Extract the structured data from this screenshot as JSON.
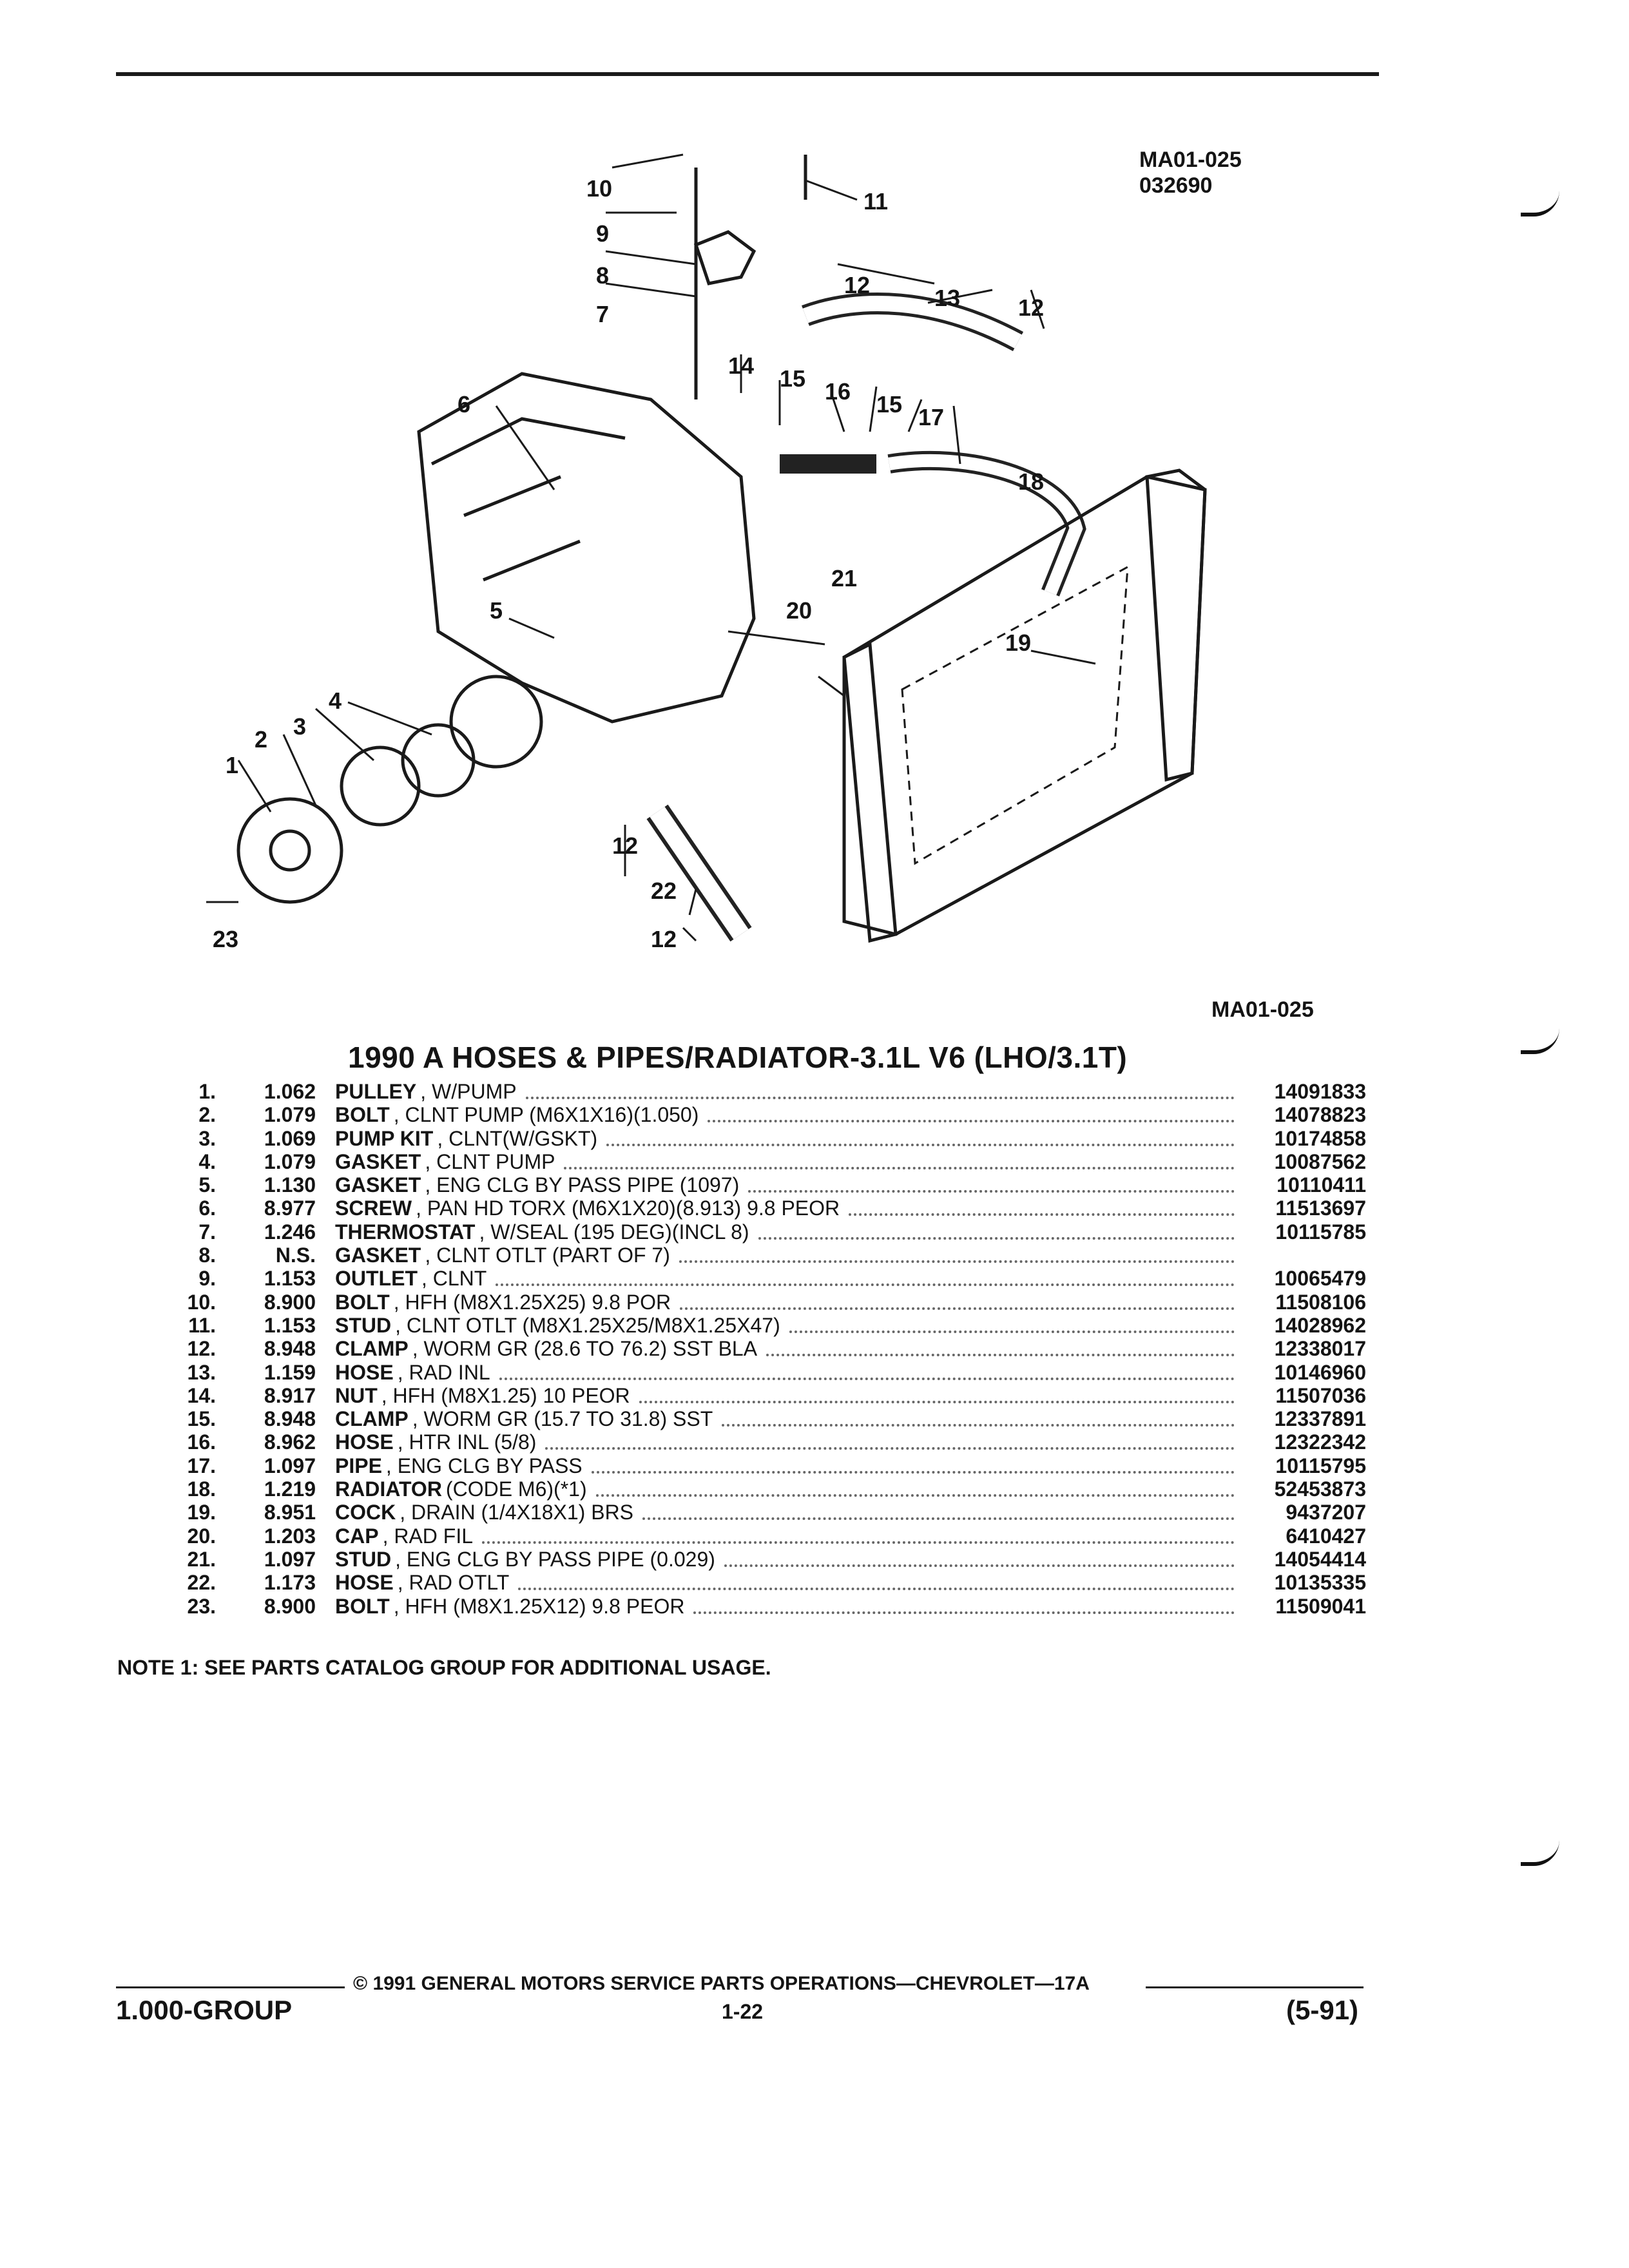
{
  "figure": {
    "code": "MA01-025",
    "date_code": "032690",
    "code_bottom": "MA01-025",
    "callouts": [
      "10",
      "11",
      "9",
      "8",
      "7",
      "12",
      "13",
      "12",
      "14",
      "15",
      "16",
      "15",
      "17",
      "18",
      "6",
      "5",
      "21",
      "20",
      "19",
      "4",
      "3",
      "2",
      "1",
      "12",
      "22",
      "23",
      "12"
    ]
  },
  "title": "1990 A HOSES & PIPES/RADIATOR-3.1L V6 (LHO/3.1T)",
  "parts": [
    {
      "num": "1.",
      "code": "1.062",
      "name": "PULLEY",
      "detail": ", W/PUMP",
      "pn": "14091833"
    },
    {
      "num": "2.",
      "code": "1.079",
      "name": "BOLT",
      "detail": ", CLNT PUMP (M6X1X16)(1.050)",
      "pn": "14078823"
    },
    {
      "num": "3.",
      "code": "1.069",
      "name": "PUMP KIT",
      "detail": ", CLNT(W/GSKT)",
      "pn": "10174858"
    },
    {
      "num": "4.",
      "code": "1.079",
      "name": "GASKET",
      "detail": ", CLNT PUMP",
      "pn": "10087562"
    },
    {
      "num": "5.",
      "code": "1.130",
      "name": "GASKET",
      "detail": ", ENG CLG BY PASS PIPE (1097)",
      "pn": "10110411"
    },
    {
      "num": "6.",
      "code": "8.977",
      "name": "SCREW",
      "detail": ", PAN HD TORX (M6X1X20)(8.913) 9.8 PEOR",
      "pn": "11513697"
    },
    {
      "num": "7.",
      "code": "1.246",
      "name": "THERMOSTAT",
      "detail": ", W/SEAL (195 DEG)(INCL 8)",
      "pn": "10115785"
    },
    {
      "num": "8.",
      "code": "N.S.",
      "name": "GASKET",
      "detail": ", CLNT OTLT (PART OF 7)",
      "pn": ""
    },
    {
      "num": "9.",
      "code": "1.153",
      "name": "OUTLET",
      "detail": ", CLNT",
      "pn": "10065479"
    },
    {
      "num": "10.",
      "code": "8.900",
      "name": "BOLT",
      "detail": ", HFH (M8X1.25X25) 9.8 POR",
      "pn": "11508106"
    },
    {
      "num": "11.",
      "code": "1.153",
      "name": "STUD",
      "detail": ", CLNT OTLT (M8X1.25X25/M8X1.25X47)",
      "pn": "14028962"
    },
    {
      "num": "12.",
      "code": "8.948",
      "name": "CLAMP",
      "detail": ", WORM GR (28.6 TO 76.2) SST BLA",
      "pn": "12338017"
    },
    {
      "num": "13.",
      "code": "1.159",
      "name": "HOSE",
      "detail": ", RAD INL",
      "pn": "10146960"
    },
    {
      "num": "14.",
      "code": "8.917",
      "name": "NUT",
      "detail": ", HFH (M8X1.25) 10 PEOR",
      "pn": "11507036"
    },
    {
      "num": "15.",
      "code": "8.948",
      "name": "CLAMP",
      "detail": ", WORM GR (15.7 TO 31.8) SST",
      "pn": "12337891"
    },
    {
      "num": "16.",
      "code": "8.962",
      "name": "HOSE",
      "detail": ", HTR INL (5/8)",
      "pn": "12322342"
    },
    {
      "num": "17.",
      "code": "1.097",
      "name": "PIPE",
      "detail": ", ENG CLG BY PASS",
      "pn": "10115795"
    },
    {
      "num": "18.",
      "code": "1.219",
      "name": "RADIATOR",
      "detail": "(CODE M6)(*1)",
      "pn": "52453873"
    },
    {
      "num": "19.",
      "code": "8.951",
      "name": "COCK",
      "detail": ", DRAIN (1/4X18X1) BRS",
      "pn": "9437207"
    },
    {
      "num": "20.",
      "code": "1.203",
      "name": "CAP",
      "detail": ", RAD FIL",
      "pn": "6410427"
    },
    {
      "num": "21.",
      "code": "1.097",
      "name": "STUD",
      "detail": ", ENG CLG BY PASS PIPE (0.029)",
      "pn": "14054414"
    },
    {
      "num": "22.",
      "code": "1.173",
      "name": "HOSE",
      "detail": ", RAD OTLT",
      "pn": "10135335"
    },
    {
      "num": "23.",
      "code": "8.900",
      "name": "BOLT",
      "detail": ", HFH (M8X1.25X12) 9.8 PEOR",
      "pn": "11509041"
    }
  ],
  "note": "NOTE  1:  SEE PARTS CATALOG GROUP FOR ADDITIONAL USAGE.",
  "footer": {
    "copyright": "© 1991  GENERAL MOTORS SERVICE PARTS OPERATIONS—CHEVROLET—17A",
    "group": "1.000-GROUP",
    "page": "1-22",
    "revision": "(5-91)"
  }
}
